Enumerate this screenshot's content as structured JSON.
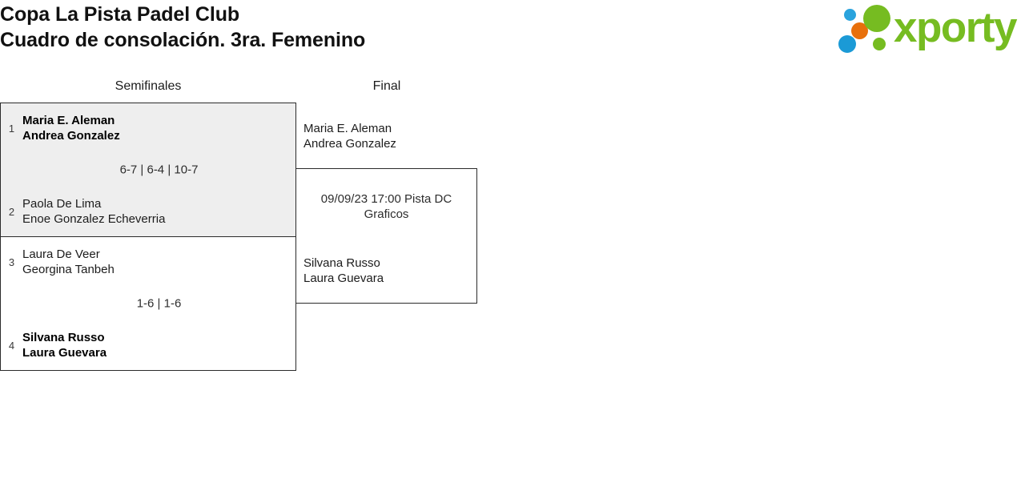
{
  "header": {
    "title_line1": "Copa La Pista Padel Club",
    "title_line2": "Cuadro de consolación. 3ra. Femenino",
    "logo": {
      "wordmark": "xporty",
      "colors": {
        "green": "#76bc21",
        "orange": "#e8700c",
        "blue": "#1b9ad6"
      }
    }
  },
  "bracket": {
    "rounds": [
      {
        "key": "semifinals",
        "label": "Semifinales"
      },
      {
        "key": "final",
        "label": "Final"
      }
    ],
    "semifinals": [
      {
        "shaded": true,
        "top": {
          "seed": "1",
          "player1": "Maria E. Aleman",
          "player2": "Andrea Gonzalez",
          "winner": true
        },
        "score": "6-7 | 6-4 | 10-7",
        "bottom": {
          "seed": "2",
          "player1": "Paola De Lima",
          "player2": "Enoe Gonzalez Echeverria",
          "winner": false
        }
      },
      {
        "shaded": false,
        "top": {
          "seed": "3",
          "player1": "Laura De Veer",
          "player2": "Georgina Tanbeh",
          "winner": false
        },
        "score": "1-6 | 1-6",
        "bottom": {
          "seed": "4",
          "player1": "Silvana Russo",
          "player2": "Laura Guevara",
          "winner": true
        }
      }
    ],
    "final": {
      "top": {
        "player1": "Maria E. Aleman",
        "player2": "Andrea Gonzalez",
        "winner": false
      },
      "match_info": "09/09/23 17:00 Pista DC Graficos",
      "bottom": {
        "player1": "Silvana Russo",
        "player2": "Laura Guevara",
        "winner": false
      }
    }
  }
}
